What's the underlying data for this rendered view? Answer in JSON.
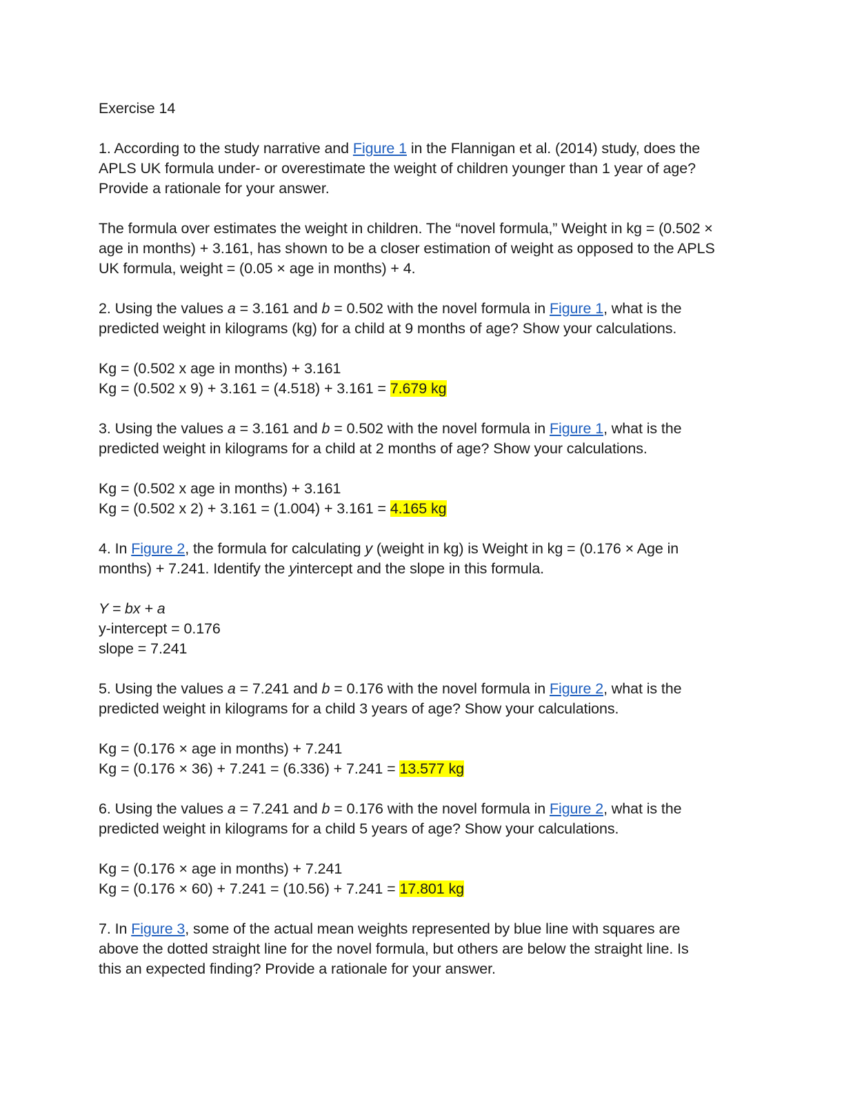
{
  "title": "Exercise 14",
  "q1": {
    "l1_a": "1. According to the study narrative and ",
    "l1_link": "Figure 1",
    "l1_b": " in the Flannigan et al. (2014) study, does the",
    "l2": "APLS UK formula under- or overestimate the weight of children younger than 1 year of age?",
    "l3": "Provide a rationale for your answer."
  },
  "a1": {
    "l1": "The formula over estimates the weight in children. The “novel formula,” Weight in kg = (0.502 ×",
    "l2": "age in months) + 3.161, has shown to be a closer estimation of weight as opposed to the APLS",
    "l3": "UK formula, weight = (0.05 × age in months) + 4."
  },
  "q2": {
    "l1_a": "2. Using the values ",
    "var_a": "a",
    "l1_b": " = 3.161 and ",
    "var_b": "b",
    "l1_c": " = 0.502 with the novel formula in ",
    "l1_link": "Figure 1",
    "l1_d": ", what is the",
    "l2": "predicted weight in kilograms (kg) for a child at 9 months of age? Show your calculations."
  },
  "a2": {
    "l1": "Kg = (0.502 x age in months) + 3.161",
    "l2": "Kg = (0.502 x 9) + 3.161 = (4.518) + 3.161 = ",
    "result": "7.679 kg"
  },
  "q3": {
    "l1_a": "3. Using the values ",
    "var_a": "a",
    "l1_b": " = 3.161 and ",
    "var_b": "b",
    "l1_c": " = 0.502 with the novel formula in ",
    "l1_link": "Figure 1",
    "l1_d": ", what is the",
    "l2": "predicted weight in kilograms for a child at 2 months of age? Show your calculations."
  },
  "a3": {
    "l1": "Kg = (0.502 x age in months) + 3.161",
    "l2": "Kg = (0.502 x 2) + 3.161 = (1.004) + 3.161 = ",
    "result": "4.165 kg"
  },
  "q4": {
    "l1_a": "4. In ",
    "l1_link": "Figure 2",
    "l1_b": ", the formula for calculating ",
    "var_y": "y",
    "l1_c": " (weight in kg) is Weight in kg = (0.176 × Age in",
    "l2_a": "months) + 7.241. Identify the ",
    "l2_y": "y",
    "l2_b": "intercept and the slope in this formula."
  },
  "a4": {
    "l1": "Y = bx + a",
    "l2": "y-intercept = 0.176",
    "l3": "slope = 7.241"
  },
  "q5": {
    "l1_a": "5. Using the values ",
    "var_a": "a",
    "l1_b": " = 7.241 and ",
    "var_b": "b",
    "l1_c": " = 0.176 with the novel formula in ",
    "l1_link": "Figure 2",
    "l1_d": ", what is the",
    "l2": "predicted weight in kilograms for a child 3 years of age? Show your calculations."
  },
  "a5": {
    "l1": "Kg = (0.176 × age in months) + 7.241",
    "l2": "Kg = (0.176 × 36) + 7.241 = (6.336) + 7.241 = ",
    "result": "13.577 kg"
  },
  "q6": {
    "l1_a": "6. Using the values ",
    "var_a": "a",
    "l1_b": " = 7.241 and ",
    "var_b": "b",
    "l1_c": " = 0.176 with the novel formula in ",
    "l1_link": "Figure 2",
    "l1_d": ", what is the",
    "l2": "predicted weight in kilograms for a child 5 years of age? Show your calculations."
  },
  "a6": {
    "l1": "Kg = (0.176 × age in months) + 7.241",
    "l2": "Kg = (0.176 × 60) + 7.241 = (10.56) + 7.241 = ",
    "result": "17.801 kg"
  },
  "q7": {
    "l1_a": "7. In ",
    "l1_link": "Figure 3",
    "l1_b": ", some of the actual mean weights represented by blue line with squares are",
    "l2": "above the dotted straight line for the novel formula, but others are below the straight line. Is",
    "l3": "this an expected finding? Provide a rationale for your answer."
  },
  "colors": {
    "link": "#1f5fbf",
    "highlight": "#ffff00",
    "text": "#1a1a1a"
  }
}
